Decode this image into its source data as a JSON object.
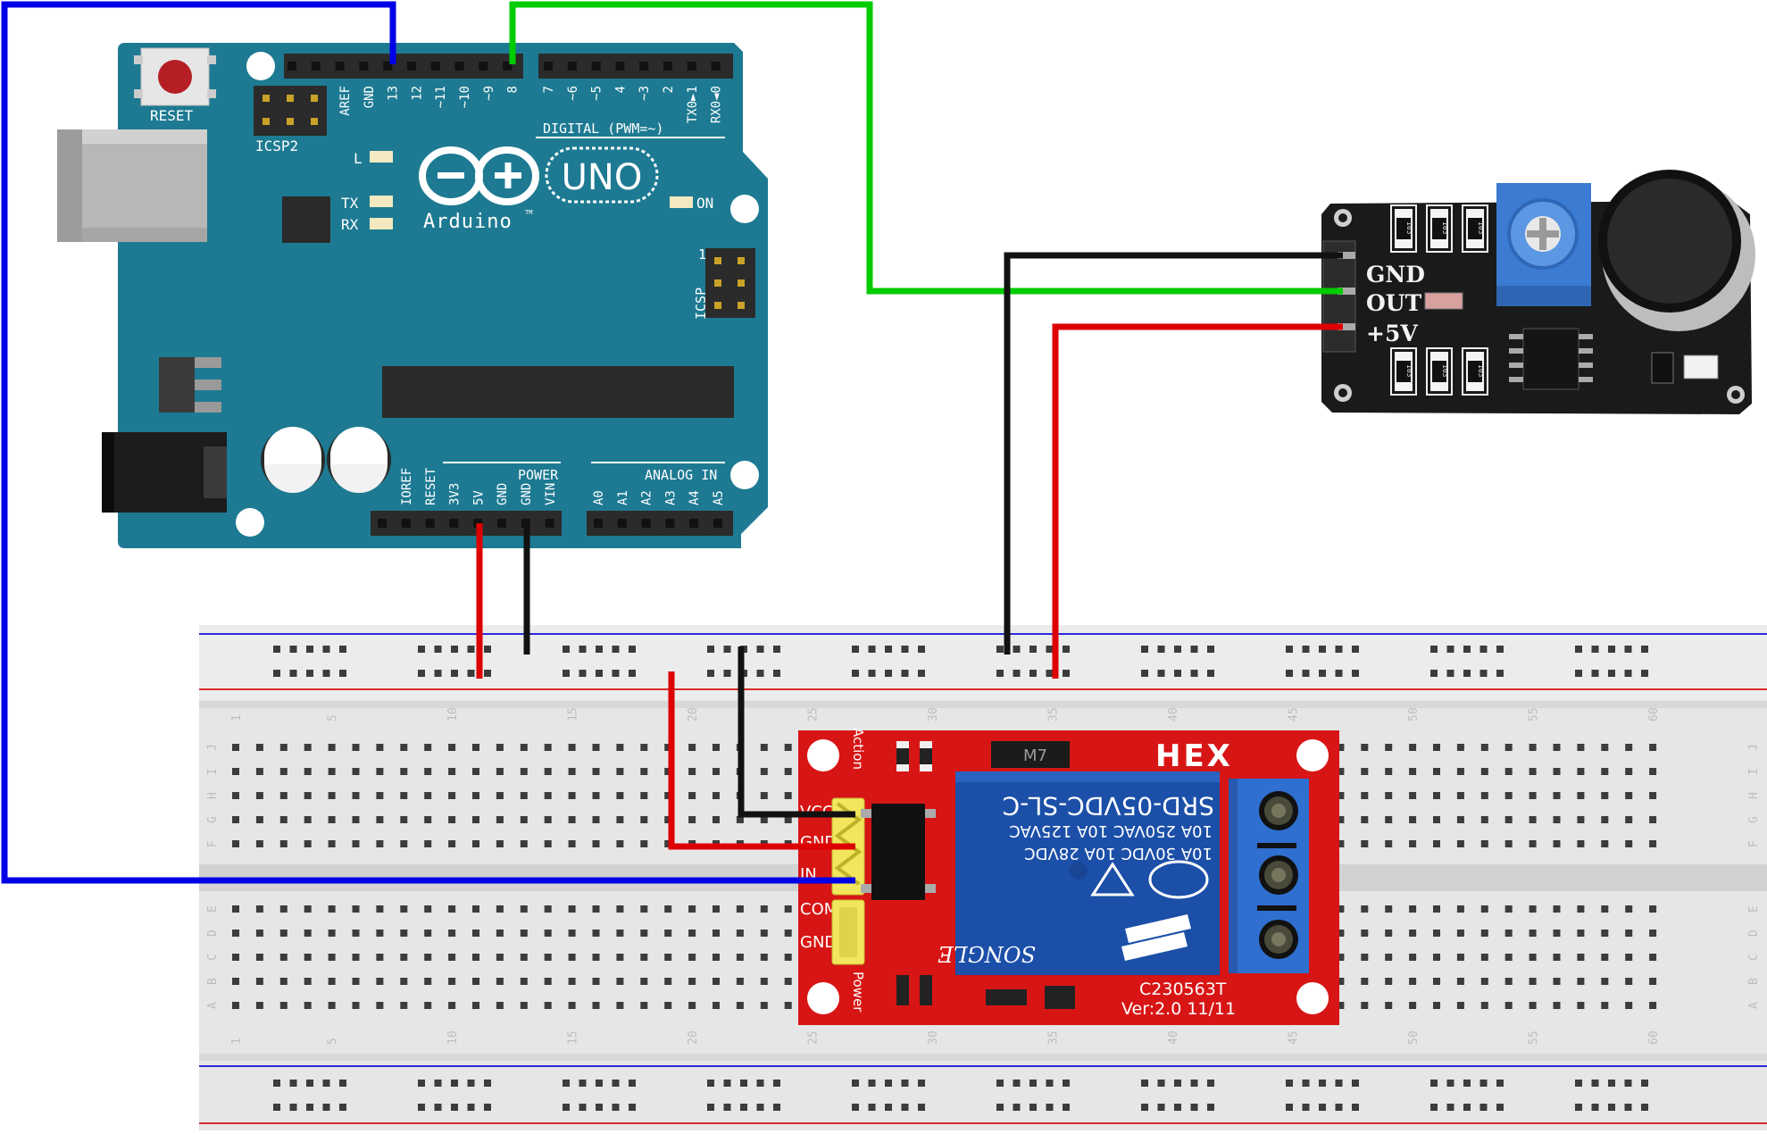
{
  "arduino": {
    "reset_label": "RESET",
    "icsp2_label": "ICSP2",
    "icsp_label": "ICSP",
    "icsp_pin1": "1",
    "brand": "Arduino",
    "tm": "TM",
    "model": "UNO",
    "led_l": "L",
    "led_tx": "TX",
    "led_rx": "RX",
    "led_on": "ON",
    "digital_header": "DIGITAL (PWM=~)",
    "power_header": "POWER",
    "analog_header": "ANALOG IN",
    "digital_pins": [
      "AREF",
      "GND",
      "13",
      "12",
      "~11",
      "~10",
      "~9",
      "8",
      "7",
      "~6",
      "~5",
      "4",
      "~3",
      "2",
      "TX0►1",
      "RX0◄0"
    ],
    "power_pins": [
      "IOREF",
      "RESET",
      "3V3",
      "5V",
      "GND",
      "GND",
      "VIN"
    ],
    "analog_pins": [
      "A0",
      "A1",
      "A2",
      "A3",
      "A4",
      "A5"
    ]
  },
  "sound_sensor": {
    "pins": [
      "GND",
      "OUT",
      "+5V"
    ],
    "resistor_code": "103"
  },
  "relay": {
    "brand": "HEX",
    "relay_model": "SRD-05VDC-SL-C",
    "rating_1": "10A 250VAC  10A 125VAC",
    "rating_2": "10A 30VDC  10A 28VDC",
    "relay_brand": "SONGLE",
    "board_code": "C230563T",
    "version": "Ver:2.0  11/11",
    "left_labels": [
      "VCC",
      "GND",
      "IN",
      "COM",
      "GND"
    ],
    "side_action": "Action",
    "side_power": "Power",
    "diode": "M7"
  },
  "breadboard": {
    "col_numbers": [
      "1",
      "5",
      "10",
      "15",
      "20",
      "25",
      "30",
      "35",
      "40",
      "45",
      "50",
      "55",
      "60"
    ],
    "row_letters_top": [
      "J",
      "I",
      "H",
      "G",
      "F"
    ],
    "row_letters_bottom": [
      "E",
      "D",
      "C",
      "B",
      "A"
    ]
  },
  "colors": {
    "arduino_board": "#1d7a92",
    "wire_blue": "#0000e6",
    "wire_green": "#00cc00",
    "wire_red": "#dd0000",
    "wire_black": "#111111",
    "relay_board": "#d81515",
    "relay_body": "#1b4fa8"
  }
}
